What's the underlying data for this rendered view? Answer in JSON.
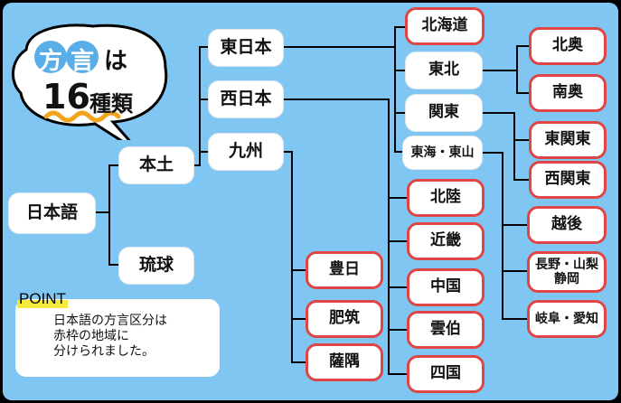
{
  "title": {
    "chars": [
      "方",
      "言",
      "は"
    ],
    "count": "16",
    "suffix": "種類",
    "colors": {
      "circle_fill": "#5aaee8",
      "wave": "#f2a41c"
    }
  },
  "nodes": {
    "nihongo": "日本語",
    "hondo": "本土",
    "ryukyu": "琉球",
    "higashi_nihon": "東日本",
    "nishi_nihon": "西日本",
    "kyushu": "九州",
    "hokkaido": "北海道",
    "tohoku": "東北",
    "kanto": "関東",
    "tokai_tosan": "東海・東山",
    "hokuou": "北奥",
    "nanou": "南奥",
    "higashi_kanto": "東関東",
    "nishi_kanto": "西関東",
    "etsugo": "越後",
    "nagano_yamanashi_shizuoka": "長野・山梨\n静岡",
    "gifu_aichi": "岐阜・愛知",
    "hokuriku": "北陸",
    "kinki": "近畿",
    "chugoku": "中国",
    "unpaku": "雲伯",
    "shikoku": "四国",
    "hoyo": "豊日",
    "hichiku": "肥筑",
    "satsugu": "薩隅"
  },
  "point": {
    "label": "POINT",
    "text": "日本語の方言区分は\n赤枠の地域に\n分けられました。"
  },
  "colors": {
    "background": "#7fc6f2",
    "border": "#000000",
    "highlight": "#e04545",
    "line": "#000000",
    "marker": "#f3ea3c"
  }
}
